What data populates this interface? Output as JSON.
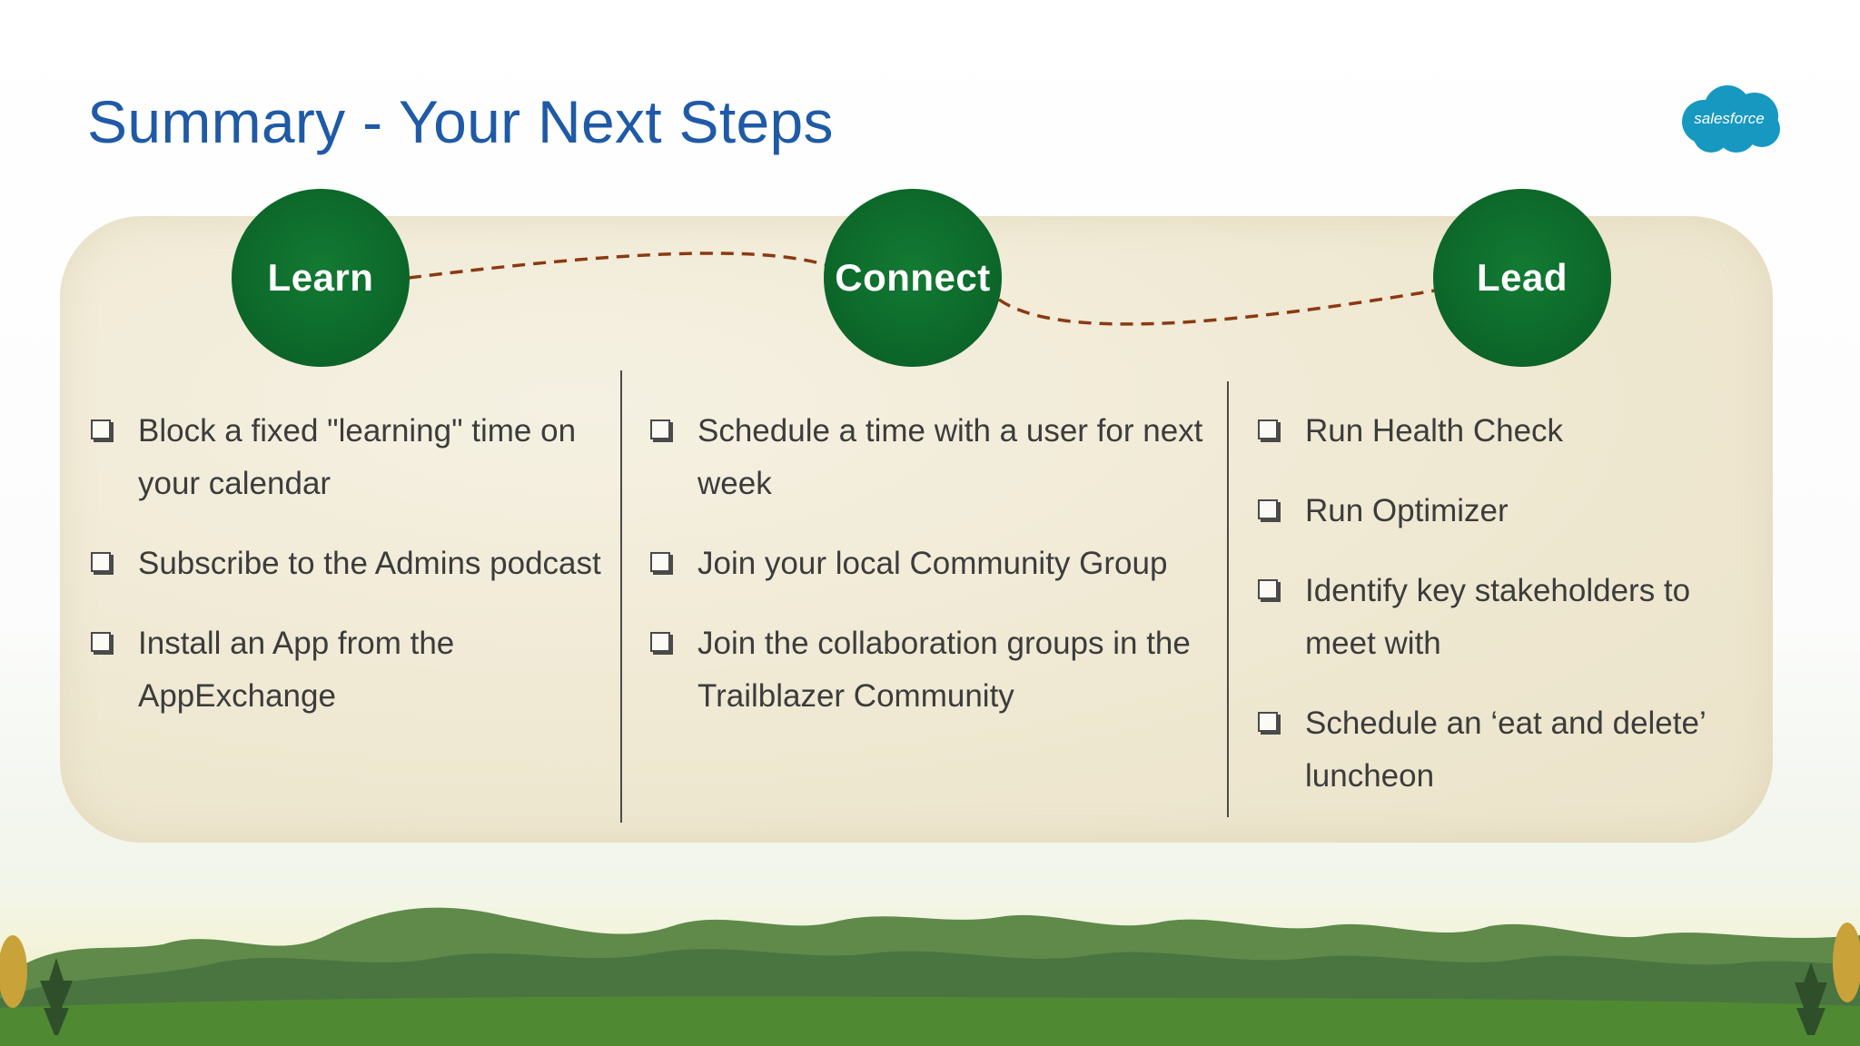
{
  "slide": {
    "title": "Summary - Your Next Steps",
    "logo_text": "salesforce"
  },
  "steps": [
    {
      "label": "Learn",
      "items": [
        "Block a fixed \"learning\" time on your calendar",
        "Subscribe to the Admins podcast",
        "Install an App from the AppExchange"
      ]
    },
    {
      "label": "Connect",
      "items": [
        "Schedule a time with a user for next week",
        "Join your local Community Group",
        "Join the collaboration groups in the Trailblazer Community"
      ]
    },
    {
      "label": "Lead",
      "items": [
        "Run Health Check",
        "Run Optimizer",
        "Identify key stakeholders to meet with",
        "Schedule an ‘eat and delete’ luncheon"
      ]
    }
  ],
  "colors": {
    "title": "#1f5aa6",
    "circle": "#0d6a2b",
    "connector": "#8a3a12",
    "logo": "#1798c1"
  },
  "icons": [
    "salesforce-cloud-logo",
    "checkbox-icon"
  ]
}
